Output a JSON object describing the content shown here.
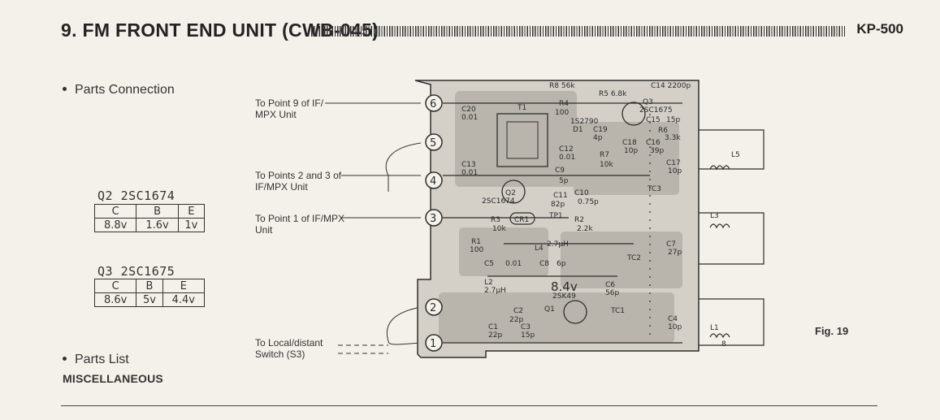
{
  "header": {
    "title": "9. FM FRONT END UNIT (CWB-045)",
    "model": "KP-500"
  },
  "sections": {
    "parts_connection": "Parts Connection",
    "parts_list": "Parts List",
    "misc": "MISCELLANEOUS"
  },
  "transistors": [
    {
      "label": "Q2 2SC1674",
      "headers": [
        "C",
        "B",
        "E"
      ],
      "values": [
        "8.8v",
        "1.6v",
        "1v"
      ]
    },
    {
      "label": "Q3 2SC1675",
      "headers": [
        "C",
        "B",
        "E"
      ],
      "values": [
        "8.6v",
        "5v",
        "4.4v"
      ]
    }
  ],
  "connections": [
    {
      "text1": "To Point 9 of IF/",
      "text2": "MPX Unit"
    },
    {
      "text1": "To Points 2 and 3 of",
      "text2": "IF/MPX Unit"
    },
    {
      "text1": "To Point 1 of IF/MPX",
      "text2": "Unit"
    },
    {
      "text1": "To Local/distant",
      "text2": "Switch (S3)"
    }
  ],
  "terminals": [
    "6",
    "5",
    "4",
    "3",
    "2",
    "1"
  ],
  "components": [
    "R8 56k",
    "R5 6.8k",
    "C14 2200p",
    "Q3",
    "2SC1675",
    "C20",
    "0.01",
    "T1",
    "R4",
    "100",
    "1S2790",
    "D1",
    "C19",
    "4p",
    "C15",
    "15p",
    "R6",
    "3.3k",
    "C16",
    "39p",
    "R7",
    "10k",
    "C18",
    "10p",
    "C17",
    "10p",
    "L5",
    "C12",
    "0.01",
    "C13",
    "0.01",
    "C9",
    "5p",
    "Q2",
    "2SC1674",
    "C11",
    "82p",
    "C10",
    "0.75p",
    "TC3",
    "R3",
    "CR1",
    "TP1",
    "R2",
    "2.2k",
    "10k",
    "L3",
    "R1",
    "100",
    "L4",
    "2.7µH",
    "C7",
    "27p",
    "C5",
    "0.01",
    "C8",
    "6p",
    "TC2",
    "L2",
    "2.7µH",
    "8.4v",
    "C6",
    "56p",
    "2SK49",
    "Q1",
    "C2",
    "22p",
    "TC1",
    "C4",
    "10p",
    "C1",
    "22p",
    "C3",
    "15p",
    "L1",
    "8"
  ],
  "figure_label": "Fig. 19"
}
